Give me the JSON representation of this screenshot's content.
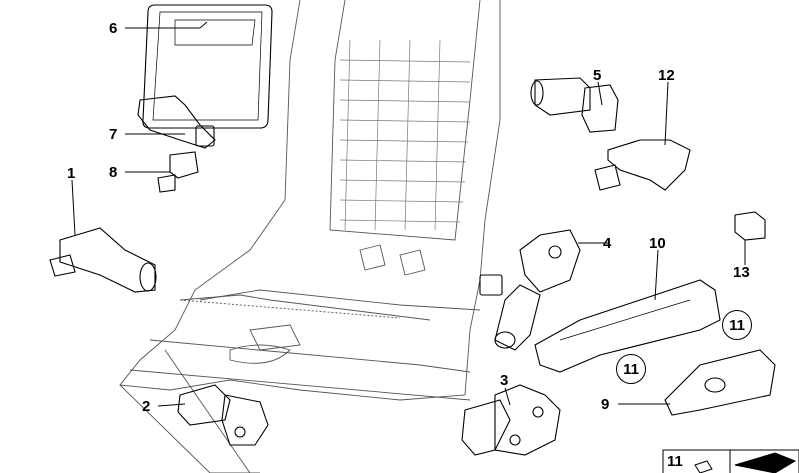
{
  "diagram": {
    "callouts": {
      "p1": "1",
      "p2": "2",
      "p3": "3",
      "p4": "4",
      "p5": "5",
      "p6": "6",
      "p7": "7",
      "p8": "8",
      "p9": "9",
      "p10": "10",
      "p11a": "11",
      "p11b": "11",
      "p11c": "11",
      "p12": "12",
      "p13": "13"
    }
  }
}
